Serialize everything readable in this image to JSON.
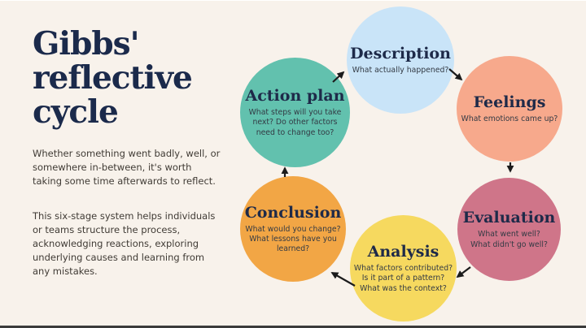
{
  "theme": {
    "background": "#F8F2EB",
    "title_color": "#1B2A4B",
    "body_text_color": "#403B35",
    "heading_color": "#1E2A49",
    "question_color": "#333A44",
    "arrow_color": "#1B1B1B",
    "bottom_bar_color": "#3B3B3B"
  },
  "intro": {
    "title": "Gibbs'\nreflective\ncycle",
    "paragraphs": [
      "Whether something went badly, well, or somewhere in-between, it's worth taking some time afterwards to reflect.",
      "This six-stage system helps individuals or teams structure the process, acknowledging reactions, exploring underlying causes and learning from any mistakes."
    ]
  },
  "diagram": {
    "stages": [
      {
        "label": "Description",
        "question": "What actually happened?",
        "color": "#C9E4F8"
      },
      {
        "label": "Feelings",
        "question": "What emotions came up?",
        "color": "#F7A98C"
      },
      {
        "label": "Evaluation",
        "question": "What went well?\nWhat didn't go well?",
        "color": "#CF7589"
      },
      {
        "label": "Analysis",
        "question": "What factors contributed?\nIs it part of a pattern?\nWhat was the context?",
        "color": "#F6D95F"
      },
      {
        "label": "Conclusion",
        "question": "What would you change?\nWhat lessons have you\nlearned?",
        "color": "#F2A645"
      },
      {
        "label": "Action plan",
        "question": "What steps will you take\nnext? Do other factors\nneed to change too?",
        "color": "#62C1AE"
      }
    ]
  }
}
